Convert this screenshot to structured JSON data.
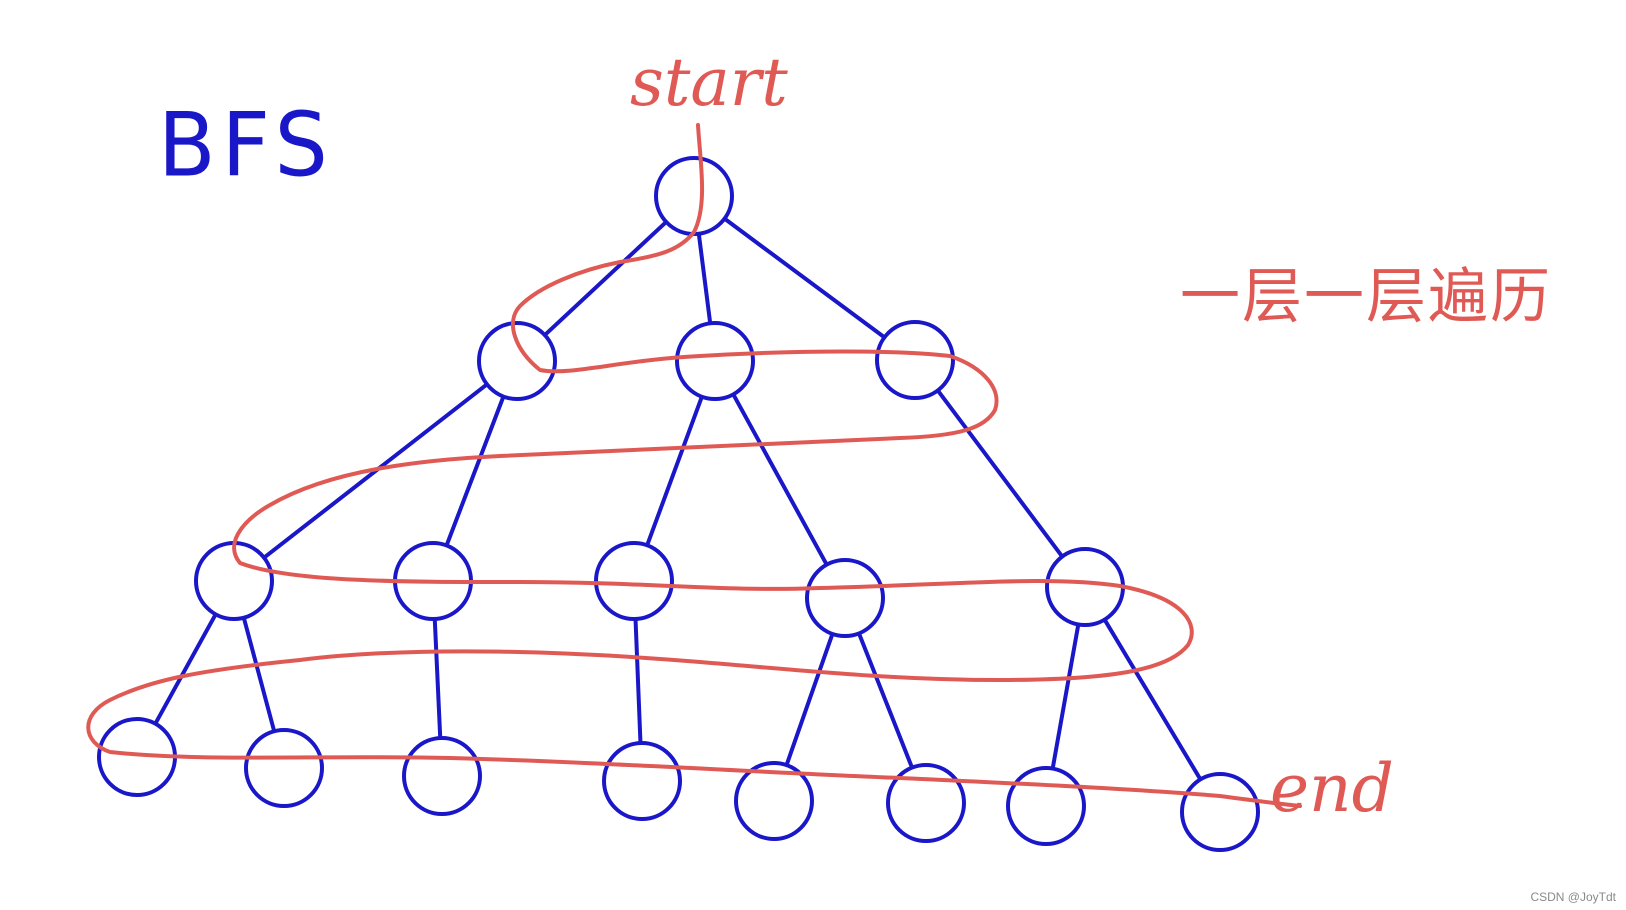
{
  "title": "BFS",
  "start_label": "start",
  "end_label": "end",
  "note_label": "一层一层遍历",
  "watermark": "CSDN @JoyTdt",
  "colors": {
    "tree": "#1a17c9",
    "path": "#e05a55",
    "background": "#ffffff",
    "watermark": "#8a8a8a"
  },
  "tree": {
    "levels": 4,
    "nodes_per_level": [
      1,
      3,
      5,
      8
    ],
    "edges": [
      [
        "root",
        "l1-0"
      ],
      [
        "root",
        "l1-1"
      ],
      [
        "root",
        "l1-2"
      ],
      [
        "l1-0",
        "l2-0"
      ],
      [
        "l1-0",
        "l2-1"
      ],
      [
        "l1-1",
        "l2-2"
      ],
      [
        "l1-1",
        "l2-3"
      ],
      [
        "l1-2",
        "l2-4"
      ],
      [
        "l2-0",
        "l3-0"
      ],
      [
        "l2-0",
        "l3-1"
      ],
      [
        "l2-1",
        "l3-2"
      ],
      [
        "l2-2",
        "l3-3"
      ],
      [
        "l2-3",
        "l3-4"
      ],
      [
        "l2-3",
        "l3-5"
      ],
      [
        "l2-4",
        "l3-6"
      ],
      [
        "l2-4",
        "l3-7"
      ]
    ]
  }
}
